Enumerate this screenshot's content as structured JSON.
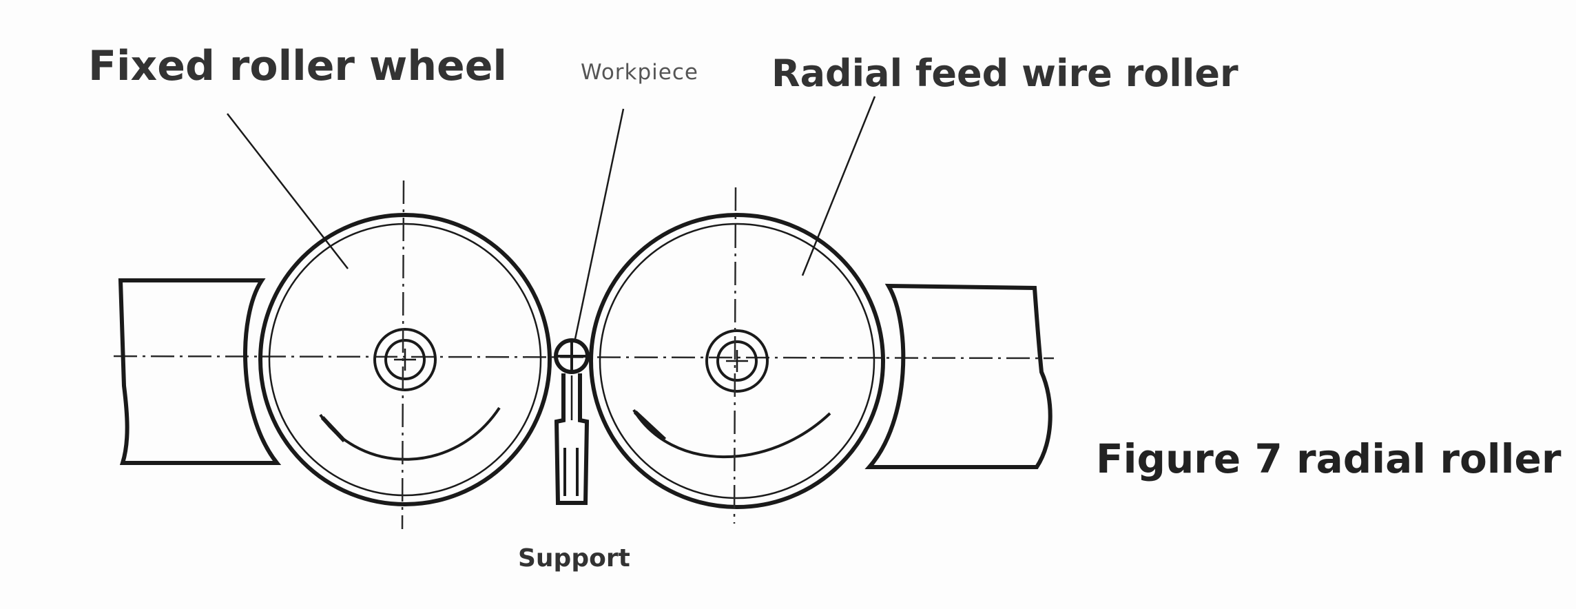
{
  "labels": {
    "fixed_roller": "Fixed roller wheel",
    "workpiece": "Workpiece",
    "radial_feed": "Radial feed wire roller",
    "support": "Support",
    "caption": "Figure 7 radial roller"
  },
  "colors": {
    "ink": "#1a1a1a",
    "text": "#333333",
    "background": "#fdfdfd"
  }
}
